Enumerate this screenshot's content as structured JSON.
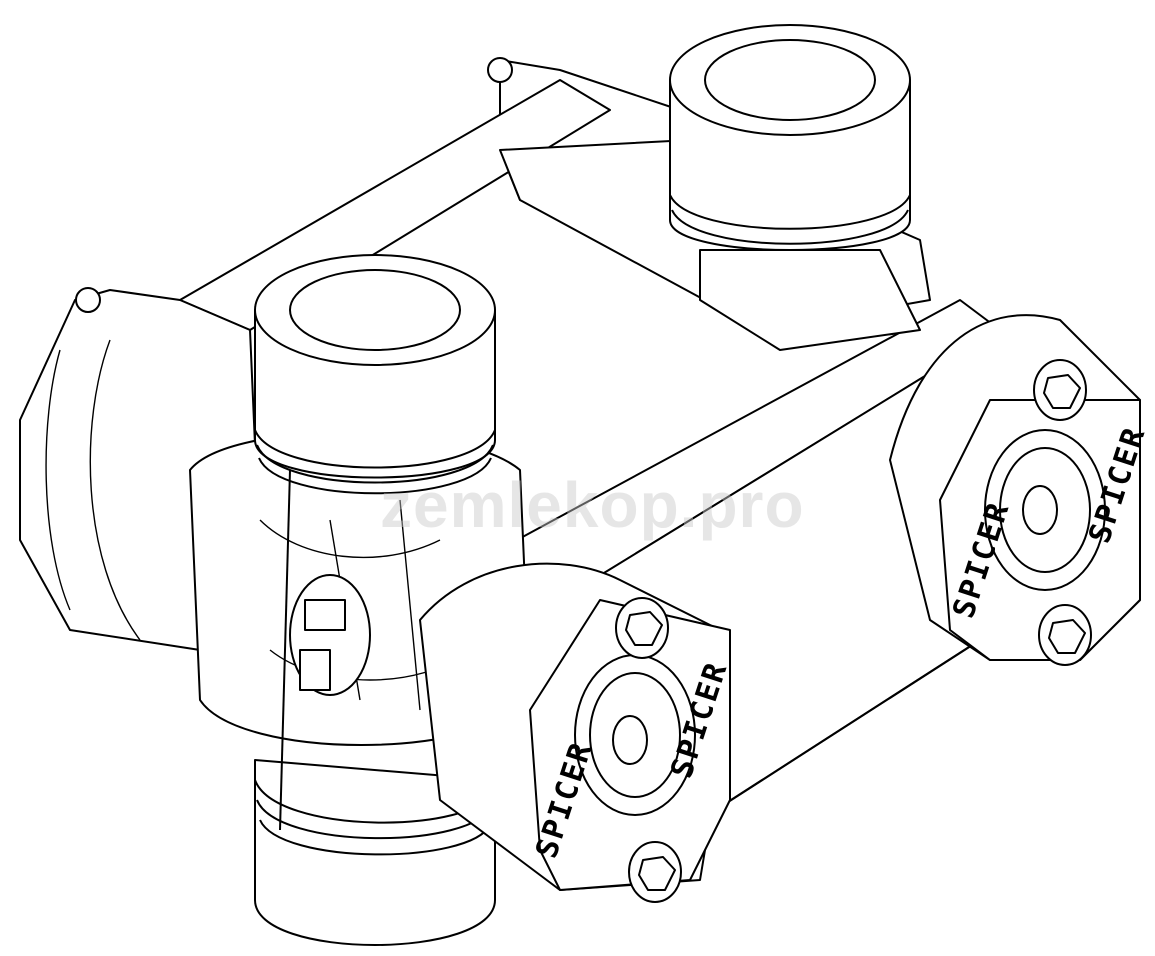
{
  "diagram": {
    "title": "Universal joint (double cardan) technical line drawing",
    "style": "black line art on white background",
    "colors": {
      "line": "#000000",
      "background": "#ffffff",
      "watermark": "#c8c8c8"
    },
    "components": [
      {
        "name": "bearing-cap-top-left",
        "label": ""
      },
      {
        "name": "bearing-cap-top-right",
        "label": ""
      },
      {
        "name": "bearing-cap-bottom",
        "label": ""
      },
      {
        "name": "bearing-plate-front",
        "label": "SPICER"
      },
      {
        "name": "bearing-plate-right",
        "label": "SPICER"
      },
      {
        "name": "grease-fitting",
        "label": ""
      },
      {
        "name": "bolts",
        "count": 4
      }
    ],
    "brand_front": "SPICER",
    "brand_right": "SPICER",
    "watermark": "zemlekop.pro"
  }
}
